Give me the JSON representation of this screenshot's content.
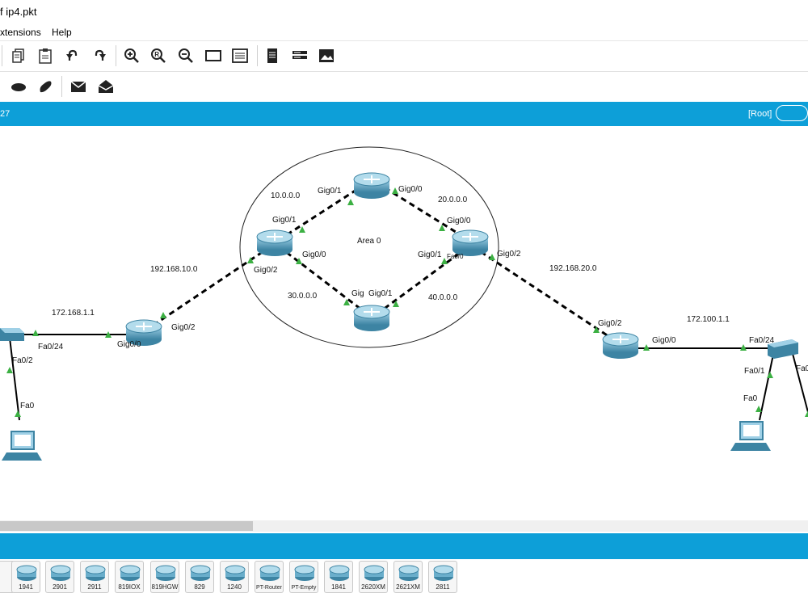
{
  "window": {
    "title": "f ip4.pkt"
  },
  "menu": {
    "items": [
      "xtensions",
      "Help"
    ]
  },
  "workspace": {
    "left_text": "27",
    "root_label": "[Root]"
  },
  "topology": {
    "area_label": "Area 0",
    "networks": [
      "10.0.0.0",
      "20.0.0.0",
      "30.0.0.0",
      "40.0.0.0",
      "192.168.10.0",
      "192.168.20.0",
      "172.168.1.1",
      "172.100.1.1"
    ],
    "ports": {
      "top_r_left": "Gig0/1",
      "top_r_right": "Gig0/0",
      "left_r_top": "Gig0/1",
      "left_r_bottom": "Gig0/0",
      "left_r_wan": "Gig0/2",
      "right_r_top": "Gig0/0",
      "right_r_bottom": "Gig0/1",
      "right_r_wan": "Gig0/2",
      "right_r_overlap": "Fa0/0",
      "bottom_r_left": "Gig",
      "bottom_r_right": "Gig0/1",
      "edge_l_wan": "Gig0/2",
      "edge_l_lan": "Gig0/0",
      "edge_r_wan": "Gig0/2",
      "edge_r_lan": "Gig0/0",
      "sw_l_uplink": "Fa0/24",
      "sw_l_pc": "Fa0/2",
      "pc_l": "Fa0",
      "sw_r_uplink": "Fa0/24",
      "sw_r_pc": "Fa0/1",
      "pc_r": "Fa0",
      "sw_r_extra": "Fa0"
    }
  },
  "device_palette": {
    "items": [
      "1941",
      "2901",
      "2911",
      "819IOX",
      "819HGW",
      "829",
      "1240",
      "PT-Router",
      "PT-Empty",
      "1841",
      "2620XM",
      "2621XM",
      "2811"
    ]
  },
  "colors": {
    "accent": "#0d9fd8",
    "link_endpoint": "#3cb043",
    "router": "#5b9bb5"
  }
}
